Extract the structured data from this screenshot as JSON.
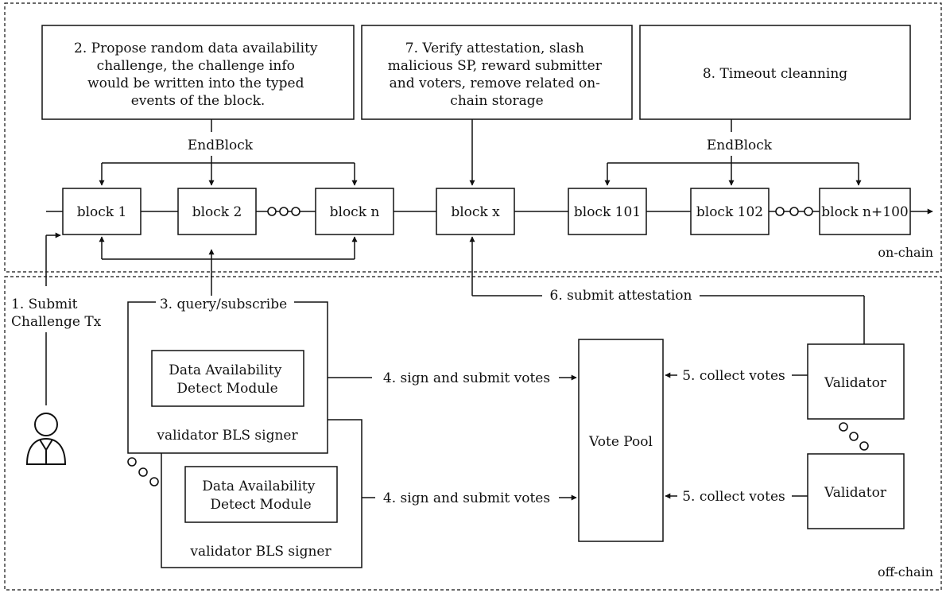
{
  "zones": {
    "on_chain": "on-chain",
    "off_chain": "off-chain"
  },
  "steps": {
    "step2": [
      "2. Propose random data availability",
      "challenge, the challenge info",
      "would be written into the typed",
      "events of the block."
    ],
    "step7": [
      "7. Verify attestation, slash",
      "malicious SP, reward submitter",
      "and voters, remove related on-",
      "chain storage"
    ],
    "step8": "8. Timeout cleanning",
    "endblock_left": "EndBlock",
    "endblock_right": "EndBlock",
    "step1": [
      "1. Submit",
      "Challenge Tx"
    ],
    "step3": "3. query/subscribe",
    "step4_top": "4. sign and submit votes",
    "step4_bottom": "4. sign and submit votes",
    "step5_top": "5. collect votes",
    "step5_bottom": "5. collect votes",
    "step6": "6. submit attestation"
  },
  "blocks": {
    "b1": "block 1",
    "b2": "block 2",
    "bn": "block n",
    "bx": "block x",
    "b101": "block 101",
    "b102": "block 102",
    "bn100": "block n+100"
  },
  "offchain": {
    "da_module_top": [
      "Data Availability",
      "Detect Module"
    ],
    "da_module_bottom": [
      "Data Availability",
      "Detect Module"
    ],
    "signer_top": "validator BLS signer",
    "signer_bottom": "validator BLS signer",
    "vote_pool": "Vote Pool",
    "validator_top": "Validator",
    "validator_bottom": "Validator"
  }
}
